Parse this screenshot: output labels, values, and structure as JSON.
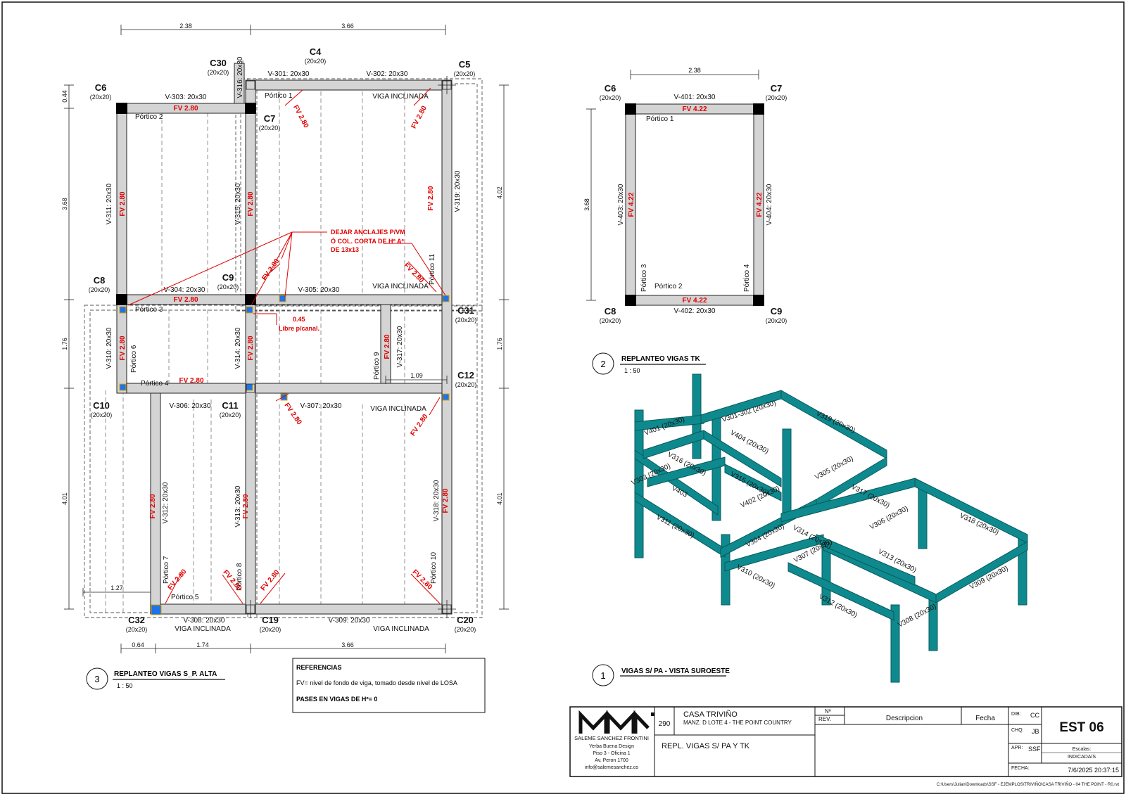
{
  "colors": {
    "beam": "#d4d4d4",
    "red": "#e00000",
    "teal": "#0e8a8e",
    "teal_dark": "#08595c",
    "blue": "#1e73e8"
  },
  "dims_left": {
    "top_a": "2.38",
    "top_b": "3.66",
    "side_044": "0.44",
    "side_368": "3.68",
    "side_176": "1.76",
    "side_401": "4.01",
    "right_402": "4.02",
    "right_176": "1.76",
    "right_401": "4.01",
    "bot_a": "0.64",
    "bot_b": "1.74",
    "bot_c": "3.66",
    "d127": "1.27",
    "d109": "1.09"
  },
  "columns": {
    "C30": {
      "name": "C30",
      "size": "(20x20)"
    },
    "C4": {
      "name": "C4",
      "size": "(20x20)"
    },
    "C5": {
      "name": "C5",
      "size": "(20x20)"
    },
    "C6": {
      "name": "C6",
      "size": "(20x20)"
    },
    "C7": {
      "name": "C7",
      "size": "(20x20)"
    },
    "C8": {
      "name": "C8",
      "size": "(20x20)"
    },
    "C9": {
      "name": "C9",
      "size": "(20x20)"
    },
    "C31": {
      "name": "C31",
      "size": "(20x20)"
    },
    "C10": {
      "name": "C10",
      "size": "(20x20)"
    },
    "C11": {
      "name": "C11",
      "size": "(20x20)"
    },
    "C12": {
      "name": "C12",
      "size": "(20x20)"
    },
    "C32": {
      "name": "C32",
      "size": "(20x20)"
    },
    "C19": {
      "name": "C19",
      "size": "(20x20)"
    },
    "C20": {
      "name": "C20",
      "size": "(20x20)"
    }
  },
  "beams": {
    "v301": "V-301: 20x30",
    "v302": "V-302: 20x30",
    "v303": "V-303: 20x30",
    "v304": "V-304: 20x30",
    "v305": "V-305: 20x30",
    "v306": "V-306: 20x30",
    "v307": "V-307: 20x30",
    "v308": "V-308: 20x30",
    "v309": "V-309: 20x30",
    "v310": "V-310: 20x30",
    "v311": "V-311: 20x30",
    "v312": "V-312: 20x30",
    "v313": "V-313: 20x30",
    "v314": "V-314: 20x30",
    "v315": "V-315: 20x30",
    "v316": "V-316: 20x30",
    "v317": "V-317: 20x30",
    "v318": "V-318: 20x30",
    "v319": "V-319: 20x30"
  },
  "porticos": {
    "p1": "Pórtico 1",
    "p2": "Pórtico 2",
    "p3": "Pórtico 3",
    "p4": "Pórtico 4",
    "p5": "Pórtico 5",
    "p6": "Pórtico 6",
    "p7": "Pórtico 7",
    "p8": "Pórtico 8",
    "p9": "Pórtico 9",
    "p10": "Pórtico 10",
    "p11": "Pórtico 11"
  },
  "fv280": "FV 2.80",
  "viga_inclinada": "VIGA INCLINADA",
  "note_anclajes": [
    "DEJAR ANCLAJES P/VM",
    "Ó COL. CORTA DE Hº Aº",
    "DE 13x13"
  ],
  "note_045": "0.45",
  "note_libre": "Libre p/canal.",
  "tk": {
    "dim": "2.38",
    "dim_side": "3.68",
    "C6": {
      "name": "C6",
      "size": "(20x20)"
    },
    "C7": {
      "name": "C7",
      "size": "(20x20)"
    },
    "C8": {
      "name": "C8",
      "size": "(20x20)"
    },
    "C9": {
      "name": "C9",
      "size": "(20x20)"
    },
    "v401": "V-401: 20x30",
    "v402": "V-402: 20x30",
    "v403": "V-403: 20x30",
    "v404": "V-404: 20x30",
    "fv": "FV 4.22",
    "p1": "Pórtico 1",
    "p2": "Pórtico 2",
    "p3": "Pórtico 3",
    "p4": "Pórtico 4"
  },
  "views": {
    "v3": {
      "num": "3",
      "title": "REPLANTEO VIGAS S_P. ALTA",
      "scale": "1 : 50"
    },
    "v2": {
      "num": "2",
      "title": "REPLANTEO VIGAS TK",
      "scale": "1 : 50"
    },
    "v1": {
      "num": "1",
      "title": "VIGAS S/ PA - VISTA SUROESTE"
    }
  },
  "iso_labels": [
    "V401 (20x30)",
    "V301-302 (20x30)",
    "V319 (20x30)",
    "V404 (20x30)",
    "V316 (20x30)",
    "V303 (20x30)",
    "V315 (20x30)",
    "V403",
    "V402 (20x30)",
    "V305 (20x30)",
    "V317 (20x30)",
    "V311 (20x30)",
    "V304 (20x30)",
    "V314 (20x30)",
    "V306 (20x30)",
    "V318 (20x30)",
    "V313 (20x30)",
    "V310 (20x30)",
    "V307 (20x30)",
    "V312 (20x30)",
    "V309 (20x30)",
    "V308 (20x30)"
  ],
  "refs": {
    "title": "REFERENCIAS",
    "fv": "FV= nivel de fondo de viga, tomado desde nivel de LOSA",
    "pases": "PASES EN VIGAS DE Hº= 0"
  },
  "titleblock": {
    "firm": "SALEME SANCHEZ FRONTINI",
    "addr": [
      "Yerba Buena Design",
      "Piso 3 - Oficina 1",
      "Av. Peron 1700",
      "info@salemesanchez.co"
    ],
    "num": "290",
    "project": "CASA TRIVIÑO",
    "location": "MANZ. D LOTE 4 - THE POINT COUNTRY",
    "sheet_name": "REPL. VIGAS S/ PA Y TK",
    "nrev_a": "Nº",
    "nrev_b": "REV.",
    "desc": "Descripcion",
    "fecha": "Fecha",
    "dib_l": "DIB:",
    "dib": "CC",
    "chq_l": "CHQ:",
    "chq": "JB",
    "apr_l": "APR:",
    "apr": "SSF",
    "sheet_id": "EST 06",
    "esc_l": "Escalas:",
    "esc": "INDICADA/S",
    "fecha_l": "FECHA:",
    "date": "7/6/2025 20:37:15"
  },
  "filepath": "C:\\Users\\Julian\\Downloads\\SSF - EJEMPLOS\\TRIVIÑO\\CASA TRIVIÑO - 04 THE POINT - R0.rvt"
}
